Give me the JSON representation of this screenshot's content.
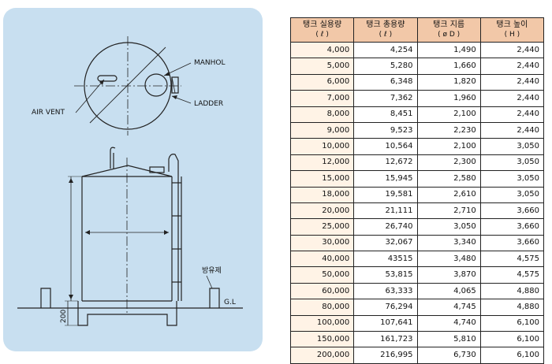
{
  "diagram": {
    "labels": {
      "manhole": "MANHOL",
      "ladder": "LADDER",
      "air_vent": "AIR VENT",
      "dike": "방유제",
      "ground_level": "G.L",
      "base_height": "200"
    }
  },
  "table": {
    "headers": [
      {
        "title": "탱크 실용량",
        "unit": "( ℓ )"
      },
      {
        "title": "탱크 총용량",
        "unit": "( ℓ )"
      },
      {
        "title": "탱크 지름",
        "unit": "( ø D )"
      },
      {
        "title": "탱크 높이",
        "unit": "( H )"
      }
    ],
    "rows": [
      [
        "4,000",
        "4,254",
        "1,490",
        "2,440"
      ],
      [
        "5,000",
        "5,280",
        "1,660",
        "2,440"
      ],
      [
        "6,000",
        "6,348",
        "1,820",
        "2,440"
      ],
      [
        "7,000",
        "7,362",
        "1,960",
        "2,440"
      ],
      [
        "8,000",
        "8,451",
        "2,100",
        "2,440"
      ],
      [
        "9,000",
        "9,523",
        "2,230",
        "2,440"
      ],
      [
        "10,000",
        "10,564",
        "2,100",
        "3,050"
      ],
      [
        "12,000",
        "12,672",
        "2,300",
        "3,050"
      ],
      [
        "15,000",
        "15,945",
        "2,580",
        "3,050"
      ],
      [
        "18,000",
        "19,581",
        "2,610",
        "3,050"
      ],
      [
        "20,000",
        "21,111",
        "2,710",
        "3,660"
      ],
      [
        "25,000",
        "26,740",
        "3,050",
        "3,660"
      ],
      [
        "30,000",
        "32,067",
        "3,340",
        "3,660"
      ],
      [
        "40,000",
        "43515",
        "3,480",
        "4,575"
      ],
      [
        "50,000",
        "53,815",
        "3,870",
        "4,575"
      ],
      [
        "60,000",
        "63,333",
        "4,065",
        "4,880"
      ],
      [
        "80,000",
        "76,294",
        "4,745",
        "4,880"
      ],
      [
        "100,000",
        "107,641",
        "4,740",
        "6,100"
      ],
      [
        "150,000",
        "161,723",
        "5,810",
        "6,100"
      ],
      [
        "200,000",
        "216,995",
        "6,730",
        "6,100"
      ]
    ]
  }
}
